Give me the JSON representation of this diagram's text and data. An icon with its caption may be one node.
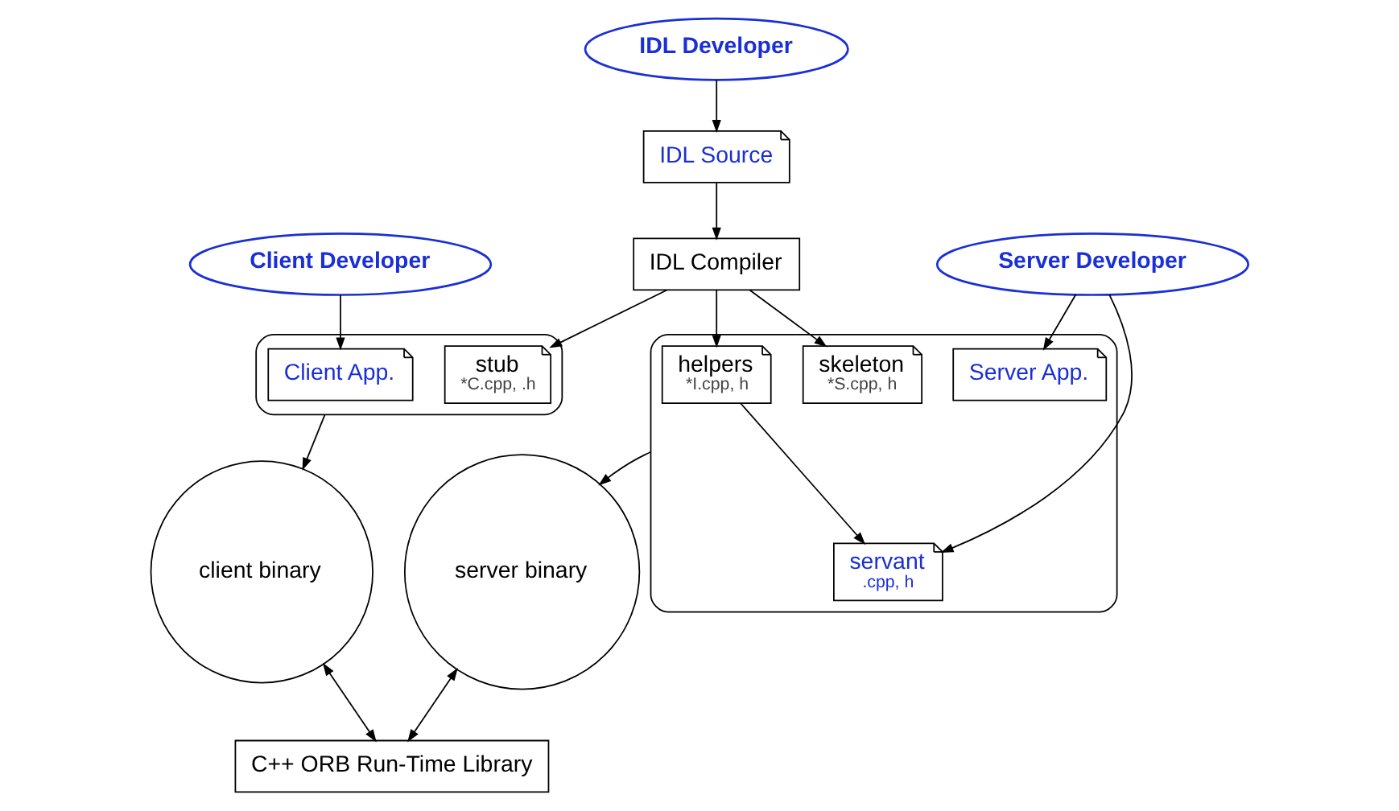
{
  "diagram": {
    "nodes": [
      {
        "text": [
          "IDL Developer"
        ]
      },
      {
        "text": [
          "IDL Source"
        ]
      },
      {
        "text": [
          "IDL Compiler"
        ]
      },
      {
        "text": [
          "Server Developer"
        ]
      },
      {
        "text": [],
        "shape": "box"
      },
      {
        "text": [
          "stub",
          "*C.cpp, .h"
        ],
        "in": 4
      },
      {
        "text": [],
        "shape": "box"
      },
      {
        "text": [
          "skeleton",
          "*S.cpp, h"
        ],
        "in": 6
      },
      {
        "text": [
          "helpers",
          "*I.cpp, h"
        ],
        "in": 6
      },
      {
        "text": [
          "servant",
          ".cpp, h"
        ],
        "in": 6
      },
      {
        "text": [
          "Server App."
        ],
        "in": 6
      },
      {
        "text": [
          "Client Developer"
        ]
      },
      {
        "text": [
          "Client App."
        ],
        "in": 4
      },
      {
        "text": [
          "client binary"
        ]
      },
      {
        "text": [
          "server binary"
        ]
      },
      {
        "text": [
          "C++ ORB Run-Time Library"
        ]
      }
    ],
    "edges": [
      {
        "from": 0,
        "to": 1,
        "arrow": "to"
      },
      {
        "from": 1,
        "to": 2,
        "arrow": "to"
      },
      {
        "from": 2,
        "to": 5,
        "arrow": "to"
      },
      {
        "from": 2,
        "to": 7,
        "arrow": "to"
      },
      {
        "from": 2,
        "to": 8,
        "arrow": "to"
      },
      {
        "from": 3,
        "to": 9,
        "arrow": "to"
      },
      {
        "from": 3,
        "to": 10,
        "arrow": "to"
      },
      {
        "from": 8,
        "to": 9,
        "arrow": "to"
      },
      {
        "from": 11,
        "to": 12,
        "arrow": "to"
      },
      {
        "from": 4,
        "to": 13,
        "arrow": "to"
      },
      {
        "from": 6,
        "to": 14,
        "arrow": "to"
      },
      {
        "from": 13,
        "to": 15,
        "arrow": "both"
      },
      {
        "from": 14,
        "to": 15,
        "arrow": "both"
      }
    ]
  }
}
